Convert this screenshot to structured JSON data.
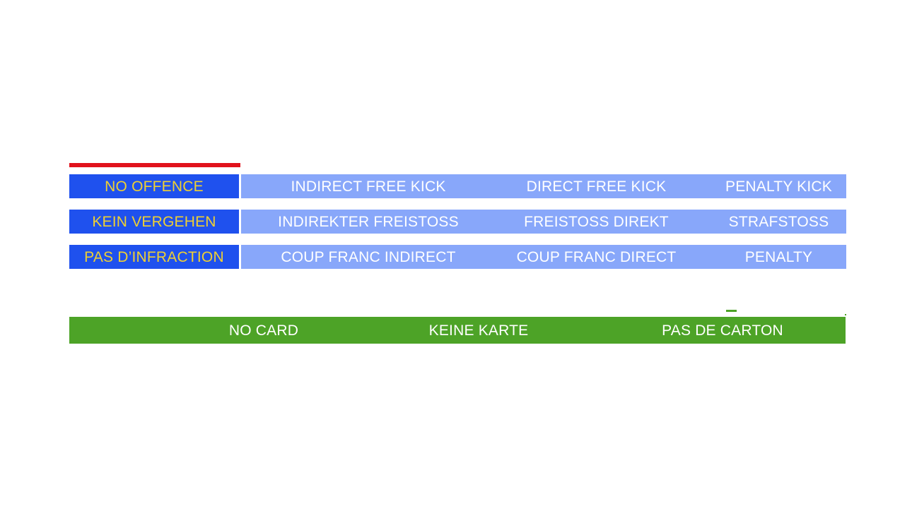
{
  "slide": {
    "background_color": "#FFFFFF",
    "accent_rule_color": "#E1121C",
    "label_cell_color": "#1F51EE",
    "label_text_color": "#EFD032",
    "sanction_strip_color": "#88A7FA",
    "sanction_text_color": "#FFFFFF",
    "card_band_color": "#4DA327",
    "card_text_color": "#FFFFFF"
  },
  "offence_table": {
    "rows": [
      {
        "language": "en",
        "label": "NO OFFENCE",
        "sanctions": [
          "INDIRECT FREE KICK",
          "DIRECT FREE KICK",
          "PENALTY KICK"
        ]
      },
      {
        "language": "de",
        "label": "KEIN VERGEHEN",
        "sanctions": [
          "INDIREKTER FREISTOSS",
          "FREISTOSS DIREKT",
          "STRAFSTOSS"
        ]
      },
      {
        "language": "fr",
        "label": "PAS D’INFRACTION",
        "sanctions": [
          "COUP FRANC INDIRECT",
          "COUP FRANC DIRECT",
          "PENALTY"
        ]
      }
    ]
  },
  "card_band": {
    "cells": [
      "NO CARD",
      "KEINE KARTE",
      "PAS DE CARTON"
    ]
  }
}
